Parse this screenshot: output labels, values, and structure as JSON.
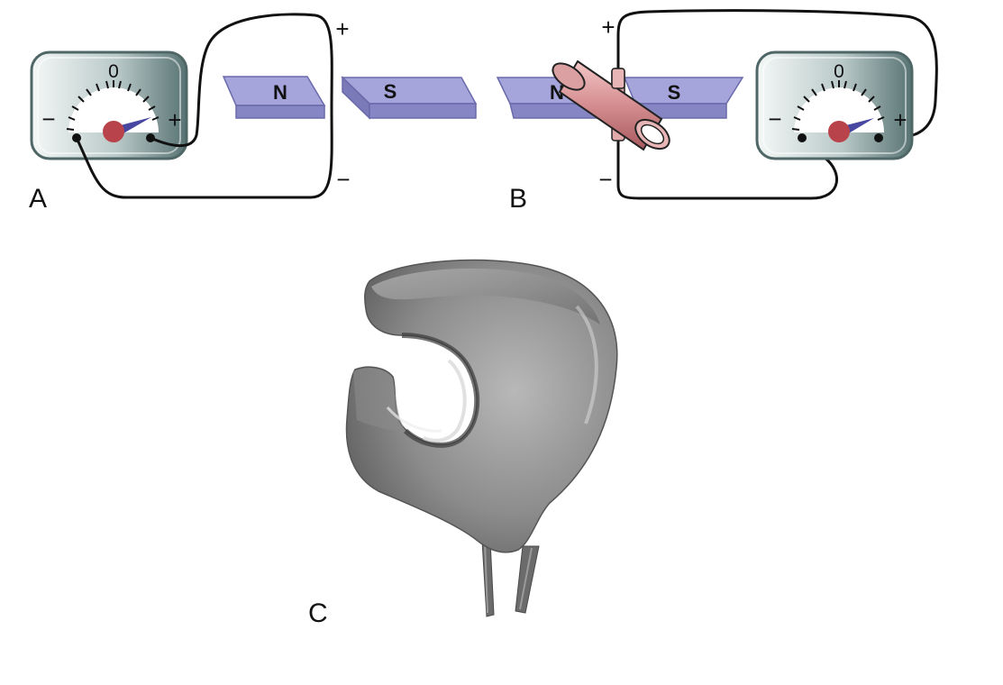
{
  "panels": [
    {
      "label": "A"
    },
    {
      "label": "B"
    },
    {
      "label": "C"
    }
  ],
  "poles": {
    "north": "N",
    "south": "S"
  },
  "meter": {
    "zero": "0",
    "plus": "+",
    "minus": "−"
  },
  "terminals": {
    "plus": "+",
    "minus": "−"
  },
  "colors": {
    "magnet_face": "#a5a5dc",
    "magnet_edge": "#6a6aab",
    "tube": "#d9999b",
    "needle_pivot": "#b9434a",
    "needle": "#4747a1",
    "meter_case_dark": "#6f8a8a",
    "meter_case_light": "#e6efee",
    "wire": "#111111"
  },
  "icons": [
    "galvanometer-icon",
    "bar-magnet-icon",
    "conductor-tube-icon",
    "transducer-photo-icon"
  ]
}
